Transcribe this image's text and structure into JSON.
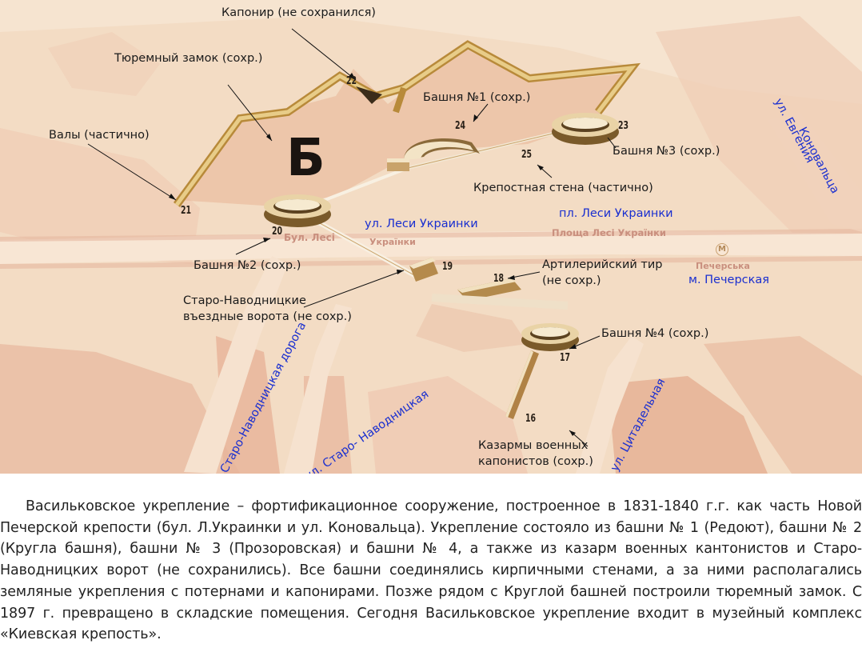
{
  "map": {
    "district_letter": "Б",
    "labels": {
      "caponier": "Капонир (не сохранился)",
      "prison_castle": "Тюремный замок (сохр.)",
      "ramparts": "Валы (частично)",
      "tower1": "Башня №1 (сохр.)",
      "tower3": "Башня №3 (сохр.)",
      "fortress_wall": "Крепостная стена (частично)",
      "tower2": "Башня №2 (сохр.)",
      "artillery_range_line1": "Артилерийский тир",
      "artillery_range_line2": "(не сохр.)",
      "gate_line1": "Старо-Наводницкие",
      "gate_line2": "въездные ворота (не сохр.)",
      "tower4": "Башня №4 (сохр.)",
      "barracks_line1": "Казармы военных",
      "barracks_line2": "капонистов (сохр.)"
    },
    "streets": {
      "lesi_street": "ул. Леси Украинки",
      "lesi_square": "пл. Леси Украинки",
      "metro": "м. Печерская",
      "konovaltsa_line1": "ул. Евгения",
      "konovaltsa_line2": "Коновальца",
      "staro_road": "Старо-Наводницкая дорога",
      "staro_street": "ул. Старо- Наводницкая",
      "citadel_street": "ул. Цитадельная"
    },
    "numbers": {
      "n16": "16",
      "n17": "17",
      "n18": "18",
      "n19": "19",
      "n20": "20",
      "n21": "21",
      "n22": "22",
      "n23": "23",
      "n24": "24",
      "n25": "25"
    },
    "faint_labels": {
      "blvd": "Бул. Лесі",
      "blvd2": "Українки",
      "square": "Площа Лесі Українки",
      "metro_sign": "Печерська",
      "metro_letter": "М"
    }
  },
  "caption": "Васильковское укрепление – фортификационное сооружение, построенное в 1831-1840 г.г. как часть Новой Печерской крепости (бул. Л.Украинки и ул. Коновальца). Укрепление состояло из башни № 1 (Редоют), башни № 2 (Кругла башня), башни № 3 (Прозоровская) и башни № 4, а также из казарм военных кантонистов и Старо-Наводницких ворот (не сохранились). Все башни соединялись кирпичными стенами, а за ними располагались земляные укрепления с потернами и капонирами. Позже рядом с Круглой башней построили тюремный замок. С 1897 г. превращено в складские помещения. Сегодня Васильковское укрепление входит в музейный комплекс «Киевская крепость»."
}
